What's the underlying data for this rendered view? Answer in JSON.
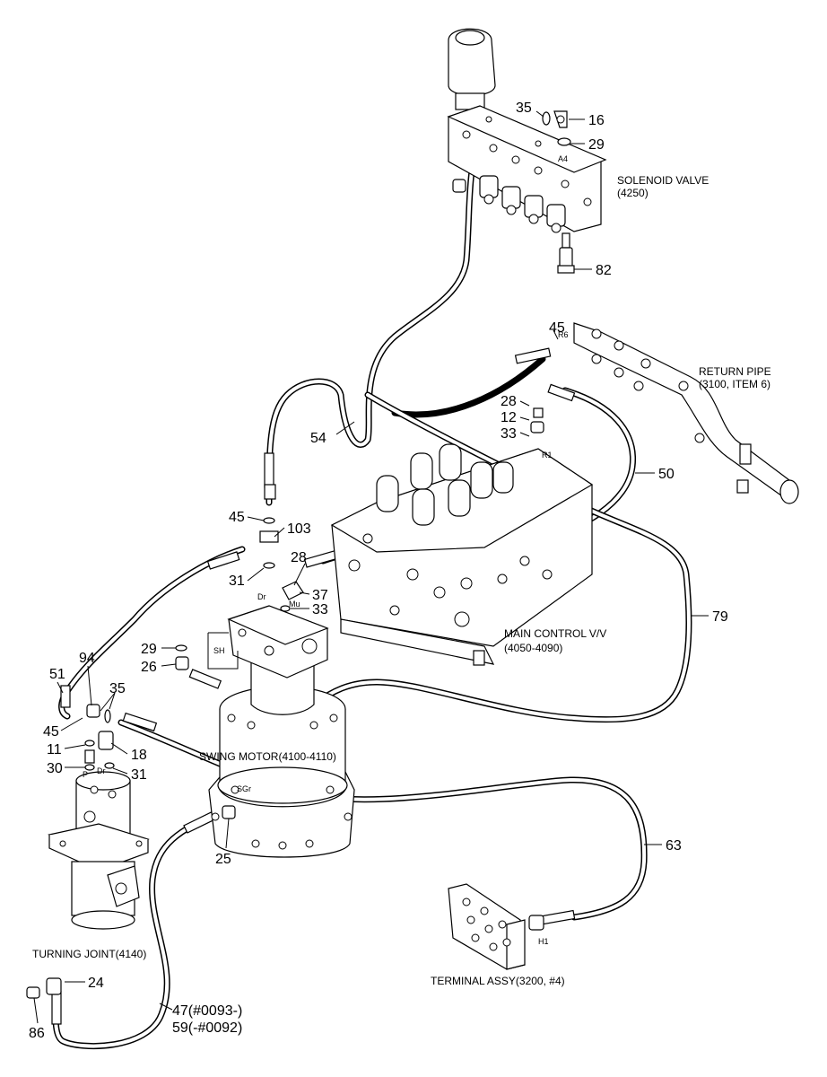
{
  "components": {
    "solenoid_valve": [
      "SOLENOID VALVE",
      "(4250)"
    ],
    "return_pipe": [
      "RETURN PIPE",
      "(3100, ITEM 6)"
    ],
    "main_control_valve": [
      "MAIN CONTROL V/V",
      "(4050-4090)"
    ],
    "swing_motor": "SWING MOTOR(4100-4110)",
    "turning_joint": "TURNING JOINT(4140)",
    "terminal_assy": "TERMINAL ASSY(3200, #4)"
  },
  "callouts": {
    "c35_top": "35",
    "c16": "16",
    "c29_top": "29",
    "c82": "82",
    "c45_top": "45",
    "c54": "54",
    "c28_top": "28",
    "c12": "12",
    "c33_top": "33",
    "c50": "50",
    "c45_mid": "45",
    "c103": "103",
    "c31_mid": "31",
    "c28_mid": "28",
    "c37": "37",
    "c33_mid": "33",
    "c79": "79",
    "c29_mid": "29",
    "c26": "26",
    "c94": "94",
    "c51": "51",
    "c35_left": "35",
    "c45_left": "45",
    "c11": "11",
    "c18": "18",
    "c30": "30",
    "c31_left": "31",
    "c25": "25",
    "c63": "63",
    "c24": "24",
    "c86": "86",
    "c47": "47(#0093-)",
    "c59": "59(-#0092)"
  },
  "ports": {
    "a4": "A4",
    "r6": "R6",
    "r1": "R1",
    "dr_motor": "Dr",
    "mu": "Mu",
    "sh": "SH",
    "p": "P",
    "dr_joint": "Dr",
    "sgr": "SGr",
    "h1": "H1"
  }
}
